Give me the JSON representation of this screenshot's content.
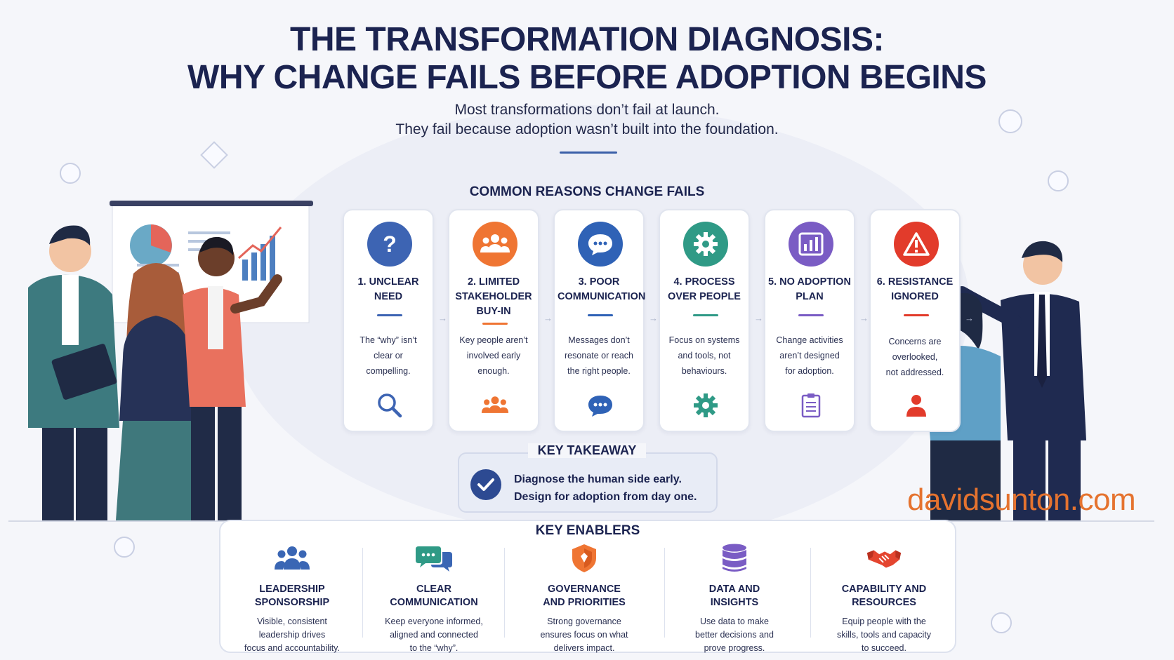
{
  "header": {
    "title_line1": "THE TRANSFORMATION DIAGNOSIS:",
    "title_line2": "WHY CHANGE FAILS BEFORE ADOPTION BEGINS",
    "subtitle_line1": "Most transformations don’t fail at launch.",
    "subtitle_line2": "They fail because adoption wasn’t built into the foundation."
  },
  "reasons": {
    "heading": "COMMON REASONS CHANGE FAILS",
    "items": [
      {
        "title_1": "1. UNCLEAR",
        "title_2": "NEED",
        "title_3": "",
        "desc_1": "The “why” isn’t",
        "desc_2": "clear or",
        "desc_3": "compelling.",
        "icon": "question-icon",
        "small_icon": "magnifier-icon",
        "color": "#3d64b3"
      },
      {
        "title_1": "2. LIMITED",
        "title_2": "STAKEHOLDER",
        "title_3": "BUY-IN",
        "desc_1": "Key people aren’t",
        "desc_2": "involved early",
        "desc_3": "enough.",
        "icon": "group-icon",
        "small_icon": "group-icon",
        "color": "#ef7533"
      },
      {
        "title_1": "3. POOR",
        "title_2": "COMMUNICATION",
        "title_3": "",
        "desc_1": "Messages don’t",
        "desc_2": "resonate or reach",
        "desc_3": "the right people.",
        "icon": "chat-icon",
        "small_icon": "chat-icon",
        "color": "#2f62b6"
      },
      {
        "title_1": "4. PROCESS",
        "title_2": "OVER PEOPLE",
        "title_3": "",
        "desc_1": "Focus on systems",
        "desc_2": "and tools, not",
        "desc_3": "behaviours.",
        "icon": "gear-icon",
        "small_icon": "gear-icon",
        "color": "#2f9a86"
      },
      {
        "title_1": "5. NO ADOPTION",
        "title_2": "PLAN",
        "title_3": "",
        "desc_1": "Change activities",
        "desc_2": "aren’t designed",
        "desc_3": "for adoption.",
        "icon": "chart-icon",
        "small_icon": "clipboard-icon",
        "color": "#7a5cc4"
      },
      {
        "title_1": "6. RESISTANCE",
        "title_2": "IGNORED",
        "title_3": "",
        "desc_1": "Concerns are",
        "desc_2": "overlooked,",
        "desc_3": "not addressed.",
        "icon": "warning-icon",
        "small_icon": "person-icon",
        "color": "#e23b2b"
      }
    ]
  },
  "takeaway": {
    "heading": "KEY TAKEAWAY",
    "line1": "Diagnose the human side early.",
    "line2": "Design for adoption from day one."
  },
  "brand": "davidsunton.com",
  "enablers": {
    "heading": "KEY ENABLERS",
    "items": [
      {
        "title_1": "LEADERSHIP",
        "title_2": "SPONSORSHIP",
        "desc_1": "Visible, consistent",
        "desc_2": "leadership drives",
        "desc_3": "focus and accountability.",
        "icon": "leaders-icon"
      },
      {
        "title_1": "CLEAR",
        "title_2": "COMMUNICATION",
        "desc_1": "Keep everyone informed,",
        "desc_2": "aligned and connected",
        "desc_3": "to the “why”.",
        "icon": "speech-bubbles-icon"
      },
      {
        "title_1": "GOVERNANCE",
        "title_2": "AND PRIORITIES",
        "desc_1": "Strong governance",
        "desc_2": "ensures focus on what",
        "desc_3": "delivers impact.",
        "icon": "shield-icon"
      },
      {
        "title_1": "DATA AND",
        "title_2": "INSIGHTS",
        "desc_1": "Use data to make",
        "desc_2": "better decisions and",
        "desc_3": "prove progress.",
        "icon": "database-icon"
      },
      {
        "title_1": "CAPABILITY AND",
        "title_2": "RESOURCES",
        "desc_1": "Equip people with the",
        "desc_2": "skills, tools and capacity",
        "desc_3": "to succeed.",
        "icon": "handshake-icon"
      }
    ]
  }
}
